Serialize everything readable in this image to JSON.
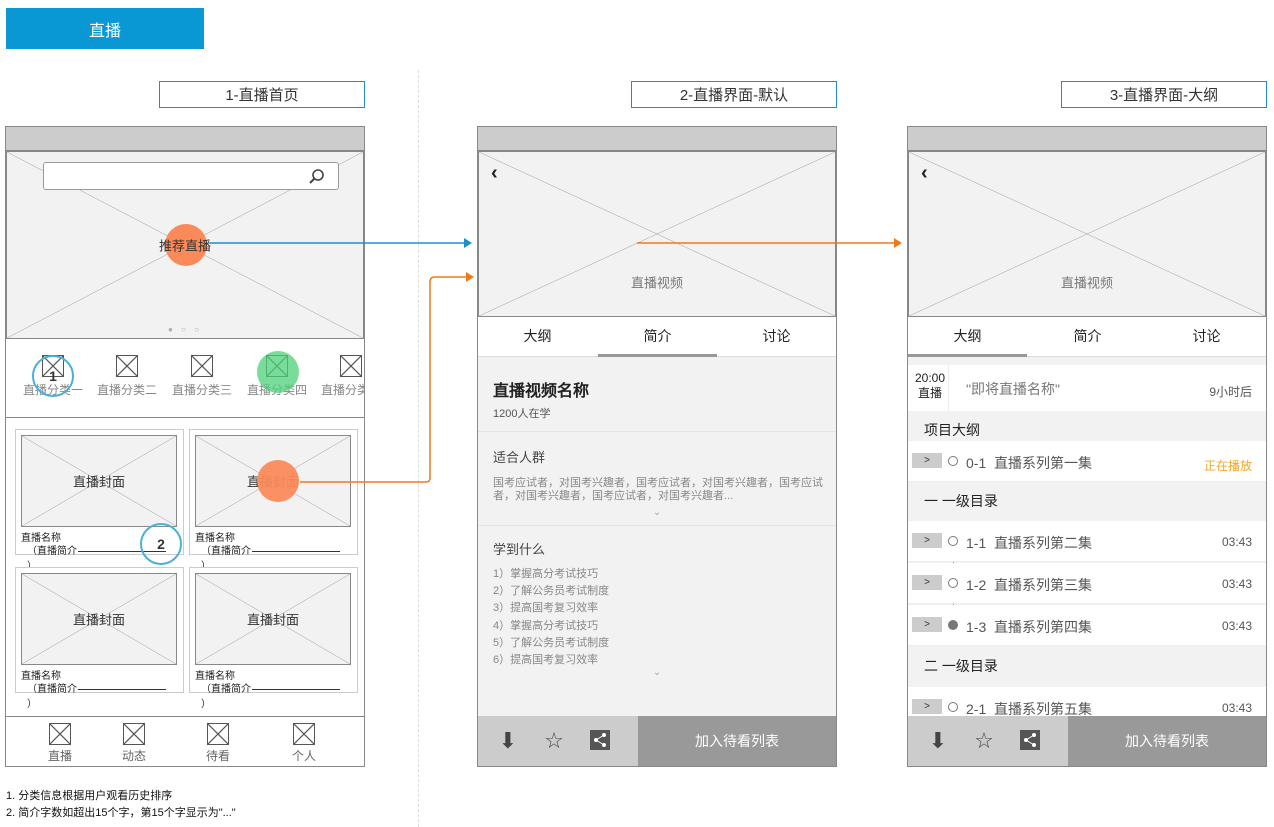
{
  "header": {
    "tab": "直播"
  },
  "sections": {
    "home": "1-直播首页",
    "default": "2-直播界面-默认",
    "outline": "3-直播界面-大纲"
  },
  "home": {
    "banner_label": "推荐直播",
    "categories": [
      "直播分类一",
      "直播分类二",
      "直播分类三",
      "直播分类四",
      "直播分类五"
    ],
    "cards": [
      {
        "cover": "直播封面",
        "name": "直播名称",
        "desc_prefix": "（直播简介",
        "desc_suffix": "）"
      },
      {
        "cover": "直播封面",
        "name": "直播名称",
        "desc_prefix": "（直播简介",
        "desc_suffix": "）"
      },
      {
        "cover": "直播封面",
        "name": "直播名称",
        "desc_prefix": "（直播简介",
        "desc_suffix": "）"
      },
      {
        "cover": "直播封面",
        "name": "直播名称",
        "desc_prefix": "（直播简介",
        "desc_suffix": "）"
      }
    ],
    "tabbar": [
      "直播",
      "动态",
      "待看",
      "个人"
    ],
    "marker_1": "1",
    "marker_2": "2"
  },
  "player": {
    "video_label": "直播视频",
    "tabs": [
      "大纲",
      "简介",
      "讨论"
    ],
    "title": "直播视频名称",
    "viewers": "1200人在学",
    "audience_heading": "适合人群",
    "audience_text": "国考应试者，对国考兴趣者，国考应试者，对国考兴趣者，国考应试者，对国考兴趣者，国考应试者，对国考兴趣者...",
    "learn_heading": "学到什么",
    "learn_items": [
      "1）掌握高分考试技巧",
      "2）了解公务员考试制度",
      "3）提高国考复习效率",
      "4）掌握高分考试技巧",
      "5）了解公务员考试制度",
      "6）提高国考复习效率"
    ],
    "join_label": "加入待看列表"
  },
  "outline": {
    "upcoming": {
      "time": "20:00",
      "kind": "直播",
      "name": "\"即将直播名称\"",
      "eta": "9小时后"
    },
    "project_heading": "项目大纲",
    "rows": [
      {
        "btn": ">",
        "num": "0-1",
        "title": "直播系列第一集",
        "status": "正在播放"
      },
      {
        "btn": ">",
        "num": "1-1",
        "title": "直播系列第二集",
        "time": "03:43"
      },
      {
        "btn": ">",
        "num": "1-2",
        "title": "直播系列第三集",
        "time": "03:43"
      },
      {
        "btn": ">",
        "num": "1-3",
        "title": "直播系列第四集",
        "time": "03:43"
      },
      {
        "btn": ">",
        "num": "2-1",
        "title": "直播系列第五集",
        "time": "03:43"
      }
    ],
    "chapter_1": "一  一级目录",
    "chapter_2": "二  一级目录",
    "status_color": "#f5a623"
  },
  "notes": [
    "1. 分类信息根据用户观看历史排序",
    "2. 简介字数如超出15个字，第15个字显示为\"...\""
  ],
  "colors": {
    "accent": "#0a98d5",
    "orange": "#fb8a5a",
    "arrow_orange": "#f07a1a",
    "arrow_blue": "#1e90c8",
    "green": "#4ed07a"
  }
}
